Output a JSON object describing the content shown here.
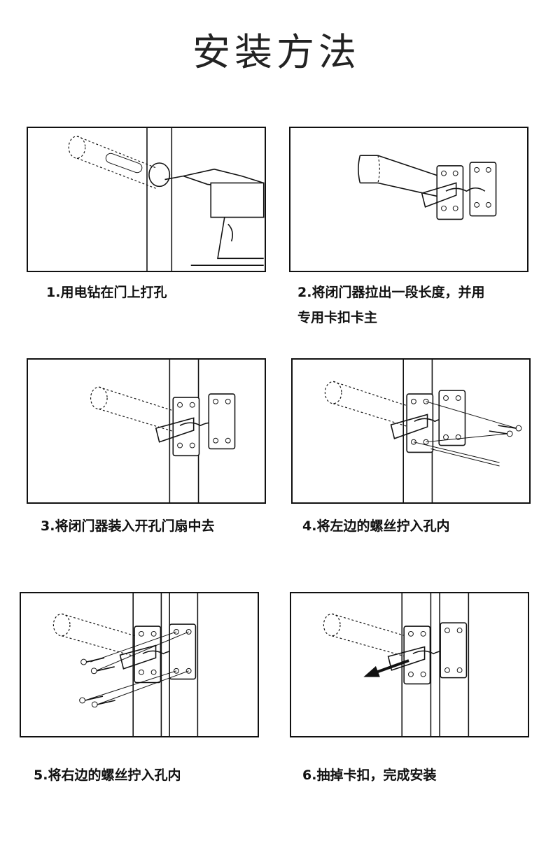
{
  "page": {
    "title": "安装方法"
  },
  "steps": [
    {
      "caption": "1.用电钻在门上打孔"
    },
    {
      "caption_line1": "2.将闭门器拉出一段长度，并用",
      "caption_line2": "专用卡扣卡主"
    },
    {
      "caption": "3.将闭门器装入开孔门扇中去"
    },
    {
      "caption": "4.将左边的螺丝拧入孔内"
    },
    {
      "caption": "5.将右边的螺丝拧入孔内"
    },
    {
      "caption": "6.抽掉卡扣，完成安装"
    }
  ]
}
